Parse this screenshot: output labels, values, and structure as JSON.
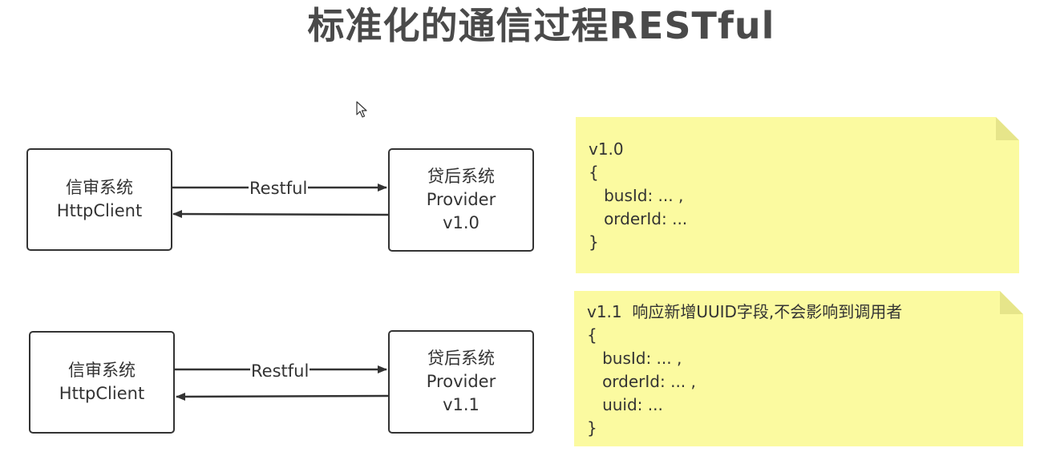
{
  "title": "标准化的通信过程RESTful",
  "rows": [
    {
      "client": {
        "line1": "信审系统",
        "line2": "HttpClient"
      },
      "arrow_label": "Restful",
      "provider": {
        "line1": "贷后系统",
        "line2": "Provider",
        "line3": "v1.0"
      },
      "note": {
        "lines": [
          "v1.0",
          "{",
          "   busId: ... ,",
          "   orderId: ...",
          "}"
        ]
      }
    },
    {
      "client": {
        "line1": "信审系统",
        "line2": "HttpClient"
      },
      "arrow_label": "Restful",
      "provider": {
        "line1": "贷后系统",
        "line2": "Provider",
        "line3": "v1.1"
      },
      "note": {
        "lines": [
          "v1.1  响应新增UUID字段,不会影响到调用者",
          "{",
          "   busId: ... ,",
          "   orderId: ... ,",
          "   uuid: ...",
          "}"
        ]
      }
    }
  ],
  "colors": {
    "note_fill": "#fbfaa0",
    "note_fold": "#e6e58a",
    "stroke": "#333333",
    "title": "#4a4a4a"
  },
  "icons": {
    "cursor": "mouse-pointer-icon"
  }
}
